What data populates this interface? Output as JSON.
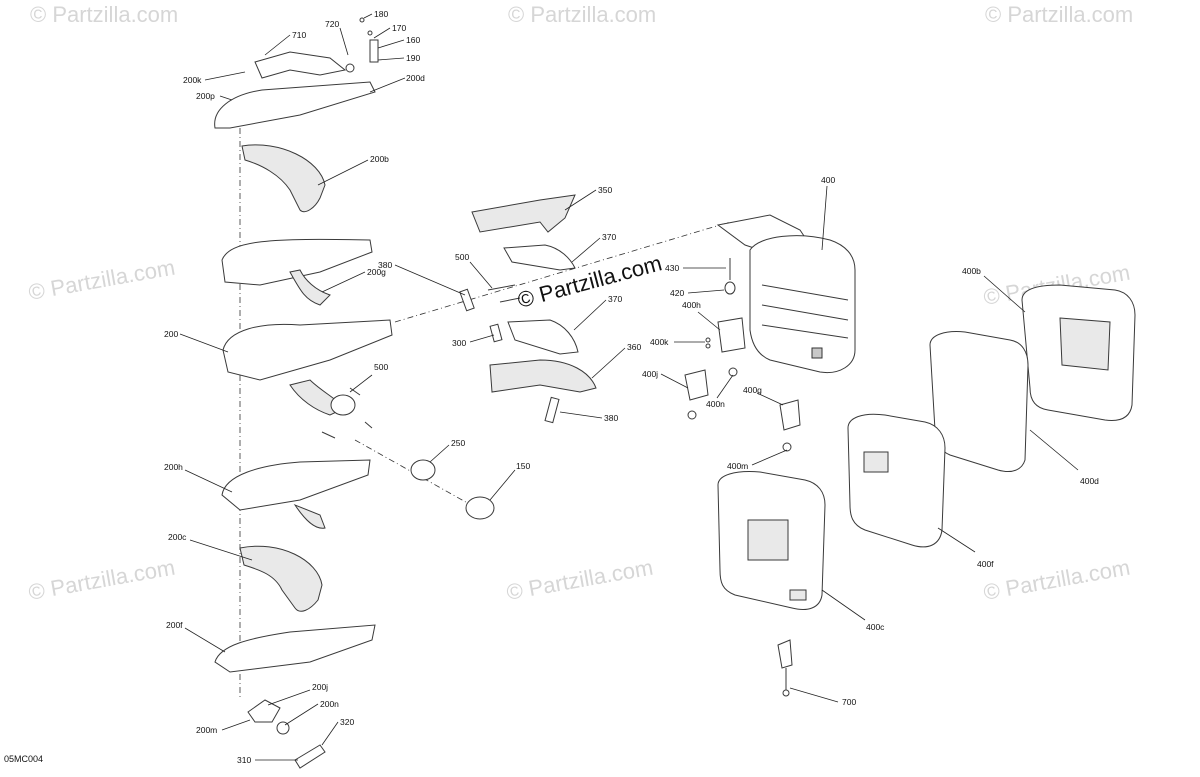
{
  "diagram_code": "05MC004",
  "brand_text": "© Partzilla.com",
  "watermark_text": "© Partzilla.com",
  "callouts": {
    "c180": "180",
    "c720": "720",
    "c170": "170",
    "c160": "160",
    "c190": "190",
    "c710": "710",
    "c200k": "200k",
    "c200p": "200p",
    "c200d": "200d",
    "c200b": "200b",
    "c200g": "200g",
    "c200": "200",
    "c500a": "500",
    "c200h": "200h",
    "c200c": "200c",
    "c200f": "200f",
    "c200j": "200j",
    "c200n": "200n",
    "c200m": "200m",
    "c320": "320",
    "c310": "310",
    "c250": "250",
    "c150": "150",
    "c350": "350",
    "c370a": "370",
    "c380a": "380",
    "c500b": "500",
    "c300": "300",
    "c370b": "370",
    "c360": "360",
    "c380b": "380",
    "c400": "400",
    "c430": "430",
    "c420": "420",
    "c400h": "400h",
    "c400k": "400k",
    "c400j": "400j",
    "c400n": "400n",
    "c400g": "400g",
    "c400m": "400m",
    "c400b": "400b",
    "c400d": "400d",
    "c400f": "400f",
    "c400c": "400c",
    "c700": "700"
  }
}
